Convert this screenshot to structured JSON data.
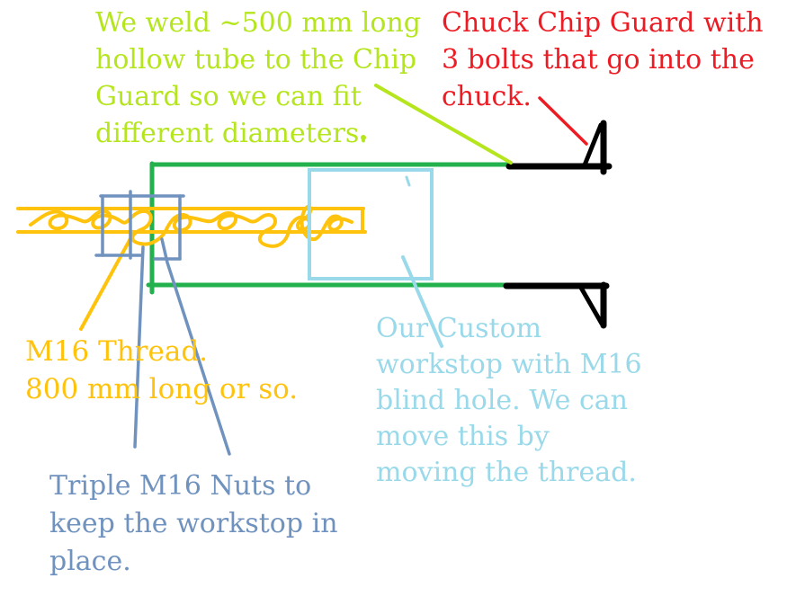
{
  "colors": {
    "lime": "#B5E61D",
    "red": "#ED1C24",
    "gold": "#FFC30E",
    "green": "#22B14C",
    "light_turquoise": "#99D9EA",
    "blue_gray": "#7092BE",
    "black": "#000000",
    "background": "#FFFFFF"
  },
  "annotations": {
    "weld_note": "We weld ~500 mm long\nhollow tube to the Chip\nGuard so we can fit\ndifferent diameters.",
    "chuck_note": "Chuck Chip Guard with\n3 bolts that go into the\nchuck.",
    "thread_note": "M16 Thread.\n800 mm long or so.",
    "workstop_note": "Our Custom\nworkstop with M16\nblind hole. We can\nmove this by\nmoving the thread.",
    "nuts_note": "Triple M16 Nuts to\nkeep the workstop in\nplace."
  }
}
